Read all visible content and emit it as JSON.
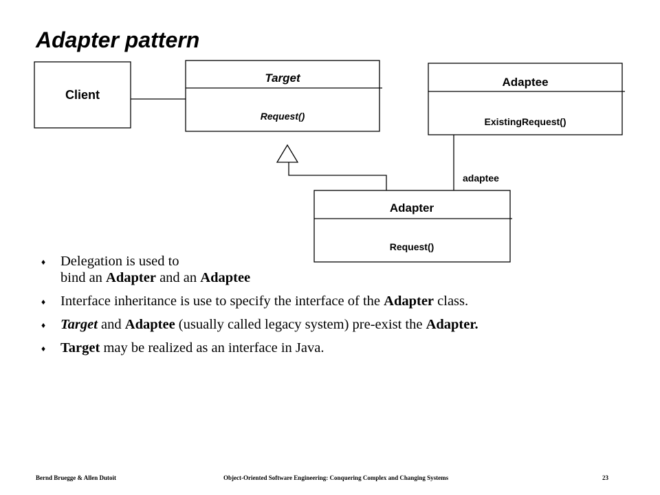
{
  "title": "Adapter pattern",
  "diagram": {
    "client": {
      "name": "Client"
    },
    "target": {
      "name": "Target",
      "method": "Request()"
    },
    "adaptee": {
      "name": "Adaptee",
      "method": "ExistingRequest()"
    },
    "adapter": {
      "name": "Adapter",
      "method": "Request()"
    },
    "association_label": "adaptee"
  },
  "bullets": {
    "b1": {
      "line1": "Delegation is used to",
      "line2_pre": "bind an ",
      "line2_b1": "Adapter",
      "line2_mid": " and an ",
      "line2_b2": "Adaptee"
    },
    "b2": {
      "pre": "Interface inheritance is use to specify the interface of the ",
      "bold": "Adapter",
      "post": " class."
    },
    "b3": {
      "italic_bold": "Target",
      "mid1": " and ",
      "bold1": "Adaptee",
      "mid2": " (usually called legacy system) pre-exist the ",
      "bold2": "Adapter."
    },
    "b4": {
      "bold": "Target",
      "post": " may be realized as an interface in Java."
    },
    "bullet_glyph": "♦"
  },
  "footer": {
    "authors": "Bernd Bruegge & Allen Dutoit",
    "book": "Object-Oriented Software Engineering: Conquering Complex and Changing Systems",
    "page": "23"
  }
}
